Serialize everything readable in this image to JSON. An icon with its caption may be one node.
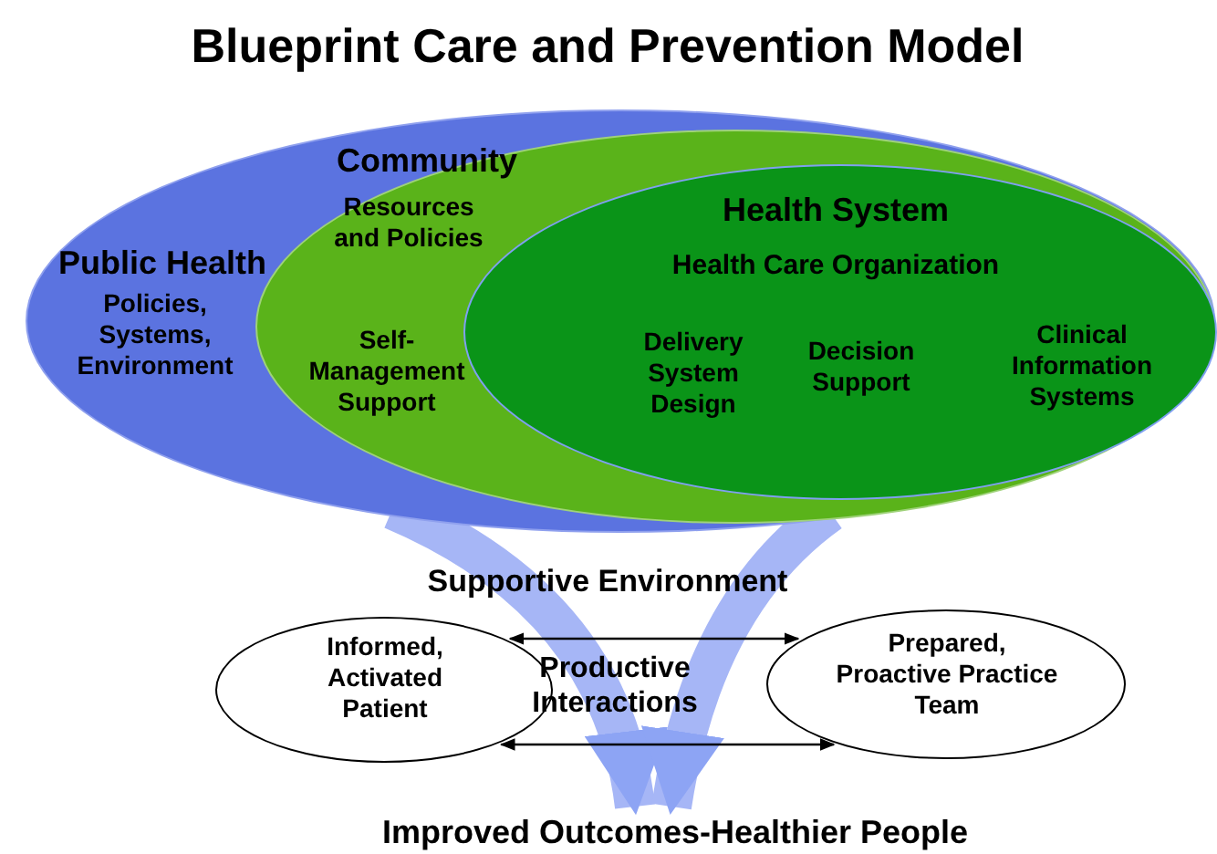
{
  "diagram": {
    "title": "Blueprint Care and Prevention Model",
    "nodes": [
      {
        "text": [
          "Public Health",
          "Policies, Systems, Environment"
        ]
      },
      {
        "text": [
          "Community",
          "Resources and Policies",
          "Self-Management Support"
        ],
        "in": 0
      },
      {
        "text": [
          "Health System",
          "Health Care Organization",
          "Delivery System Design",
          "Decision Support",
          "Clinical Information Systems"
        ],
        "in": 1
      },
      {
        "text": [
          "Informed, Activated Patient"
        ]
      },
      {
        "text": [
          "Prepared, Proactive Practice Team"
        ]
      },
      {
        "text": [
          "Improved Outcomes-Healthier People"
        ]
      }
    ],
    "edges": [
      {
        "from": 0,
        "to": 5,
        "arrow": "to",
        "style": "thick",
        "color": "#a6b6f6"
      },
      {
        "from": 0,
        "to": 5,
        "arrow": "to",
        "style": "thick",
        "color": "#a6b6f6"
      },
      {
        "from": 3,
        "to": 4,
        "arrow": "both",
        "color": "#000000"
      },
      {
        "from": 3,
        "to": 4,
        "arrow": "both",
        "color": "#000000"
      }
    ],
    "labels": [
      "Supportive Environment",
      "Productive Interactions"
    ]
  }
}
